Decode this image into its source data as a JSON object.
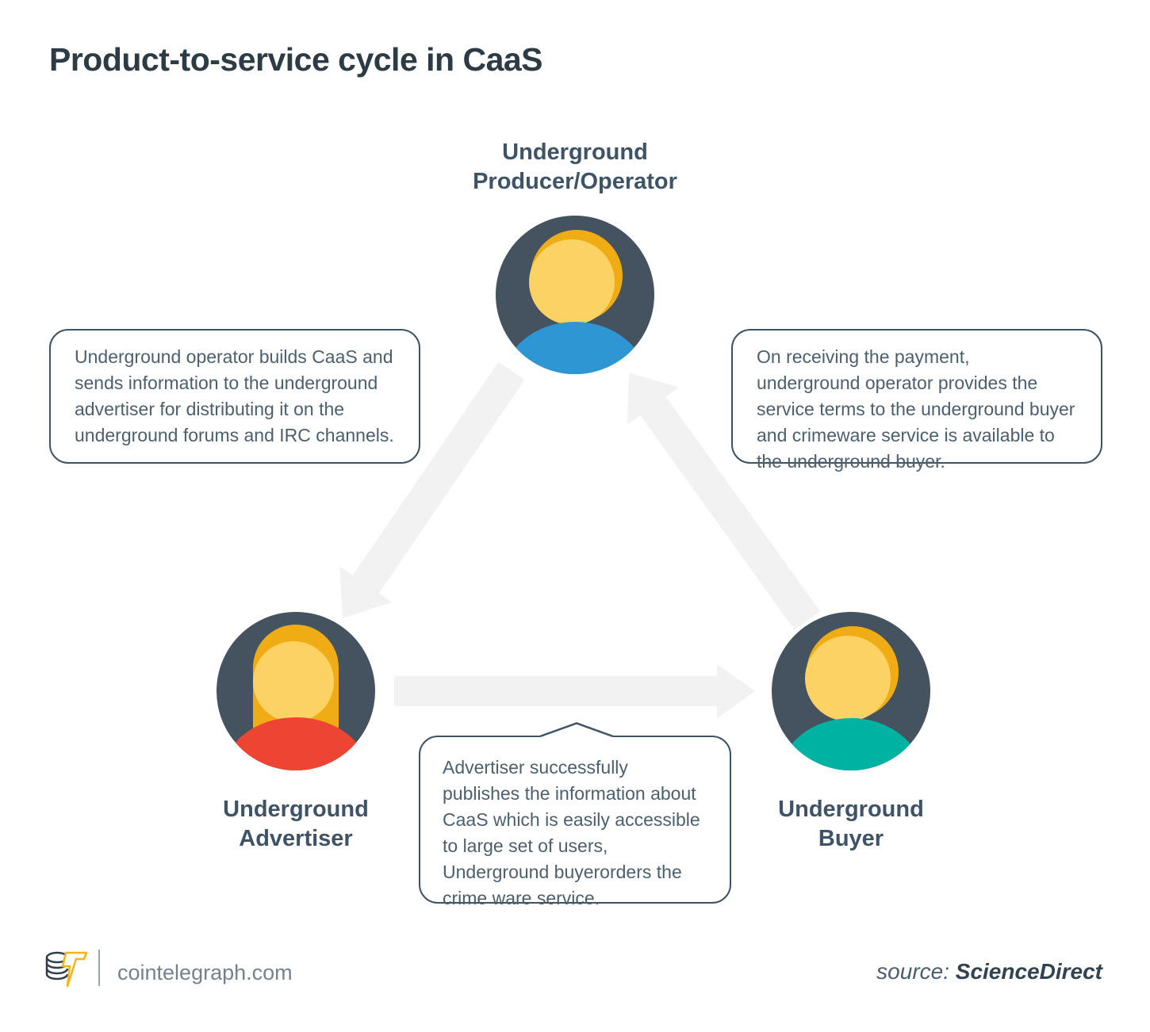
{
  "title": "Product-to-service cycle in CaaS",
  "diagram": {
    "nodes": {
      "producer": {
        "lines": [
          "Underground",
          "Producer/Operator"
        ],
        "body_color": "#2e96d2"
      },
      "advertiser": {
        "lines": [
          "Underground",
          "Advertiser"
        ],
        "body_color": "#ee4433"
      },
      "buyer": {
        "lines": [
          "Underground",
          "Buyer"
        ],
        "body_color": "#00b2a2"
      }
    },
    "callouts": {
      "left": "Underground operator builds CaaS and sends information to the underground advertiser for distributing it on the underground forums and IRC channels.",
      "right": "On receiving the payment, underground operator provides the service terms to the underground buyer and crimeware service is available to the underground buyer.",
      "bottom": "Advertiser successfully publishes the information about CaaS which is easily accessible to large set of users, Underground buyerorders the crime ware service."
    }
  },
  "footer": {
    "site": "cointelegraph.com",
    "source_label": "source:",
    "source_name": "ScienceDirect"
  },
  "colors": {
    "title_text": "#2d3b44",
    "label_text": "#3e5366",
    "callout_border": "#3e5363",
    "callout_text": "#4c5f6d",
    "arrow": "#f2f2f2",
    "avatar_bg": "#44535f",
    "head_dark": "#efac15",
    "head_light": "#fbd263",
    "footer_text": "#75828c",
    "logo_accent": "#f5b31c"
  }
}
